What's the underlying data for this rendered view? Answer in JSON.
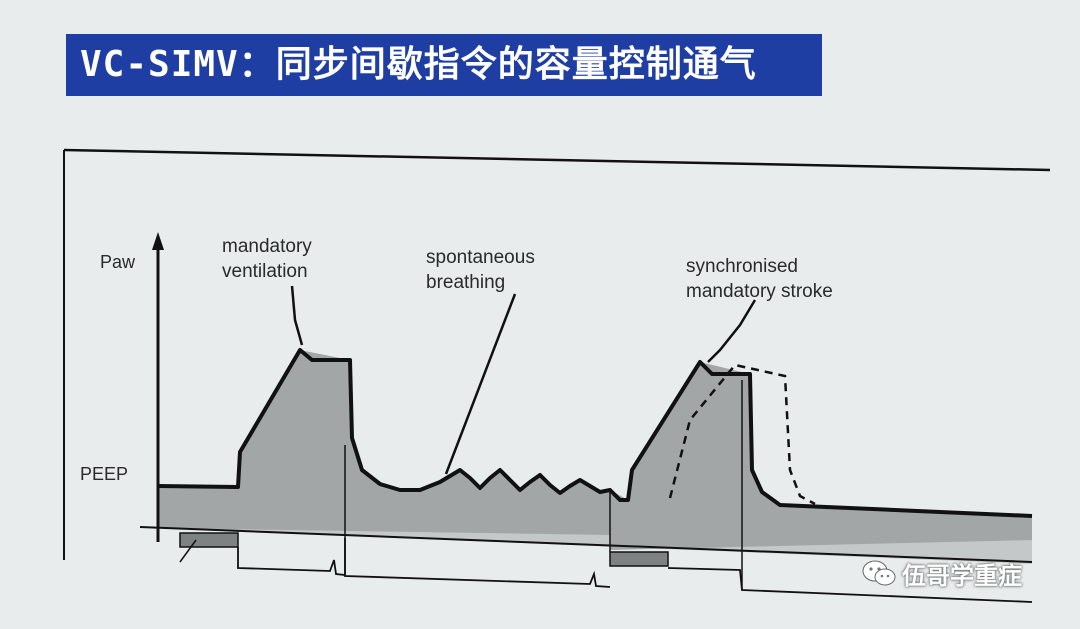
{
  "title": "VC-SIMV：同步间歇指令的容量控制通气",
  "axis": {
    "y_label": "Paw",
    "peep_label": "PEEP"
  },
  "annotations": {
    "mandatory": [
      "mandatory",
      "ventilation"
    ],
    "spontaneous": [
      "spontaneous",
      "breathing"
    ],
    "synchronised": [
      "synchronised",
      "mandatory stroke"
    ]
  },
  "watermark": {
    "text": "伍哥学重症",
    "icon": "wechat-icon"
  },
  "colors": {
    "title_bg": "#1f3ea3",
    "fill_dark": "#a2a6a6",
    "fill_light": "#c4c8c8",
    "line": "#111111"
  }
}
